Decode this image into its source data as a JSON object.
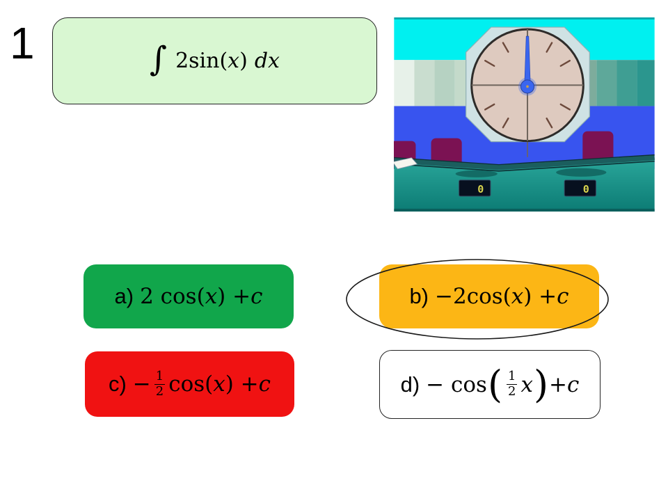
{
  "slide": {
    "background": "#ffffff",
    "question_number": "1"
  },
  "question": {
    "box_color": "#d9f7d2",
    "integral_sign": "∫",
    "pre": "2sin(",
    "variable": "x",
    "close": ")",
    "differential": "dx"
  },
  "options": {
    "a": {
      "label": "a)",
      "color": "#11a64b",
      "pre": "2 cos(",
      "variable": "x",
      "post": ") + ",
      "constant": "c"
    },
    "b": {
      "label": "b)",
      "color": "#fcb615",
      "pre": "−2cos(",
      "variable": "x",
      "post": ") + ",
      "constant": "c",
      "circled": true
    },
    "c": {
      "label": "c)",
      "color": "#f01212",
      "minus": "−",
      "frac_num": "1",
      "frac_den": "2",
      "fn": "cos(",
      "variable": "x",
      "post": ") + ",
      "constant": "c"
    },
    "d": {
      "label": "d)",
      "color": "#ffffff",
      "minus_fn": "− cos",
      "open_paren": "(",
      "frac_num": "1",
      "frac_den": "2",
      "variable": "x",
      "close_paren": ")",
      "post": " + ",
      "constant": "c"
    }
  },
  "picture": {
    "description": "countdown-clock-studio",
    "left_display_value": "0",
    "right_display_value": "0",
    "colors": {
      "sky_cyan": "#00f0f0",
      "wall_blue": "#3854ef",
      "desk_teal": "#2aa79b",
      "chair_maroon": "#7b1253",
      "clock_plate": "#cfe2e4",
      "clock_face": "#decabf",
      "hand_blue": "#3a66ef",
      "display_digit_yellow": "#d8d44e"
    }
  }
}
